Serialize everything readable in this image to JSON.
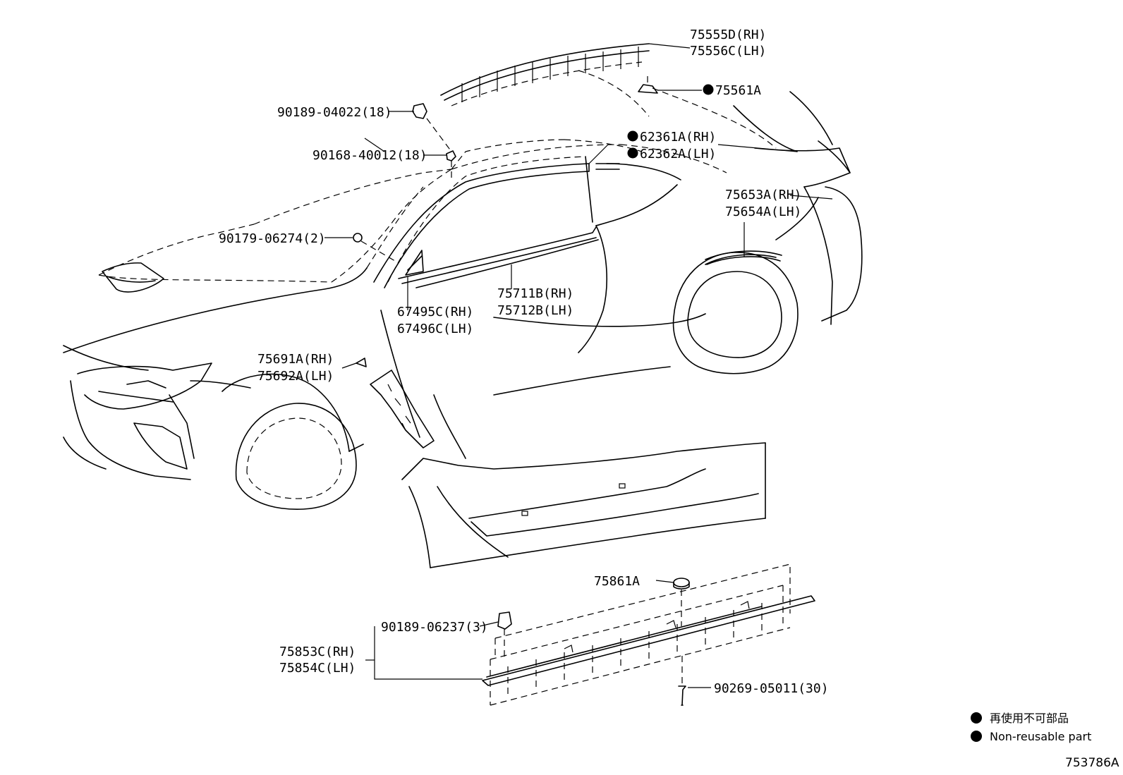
{
  "labels": {
    "l75555d": "75555D(RH)",
    "l75556c": "75556C(LH)",
    "l75561a": "75561A",
    "l9018904022": "90189-04022(18)",
    "l9016840012": "90168-40012(18)",
    "l62361a": "62361A(RH)",
    "l62362a": "62362A(LH)",
    "l75653a": "75653A(RH)",
    "l75654a": "75654A(LH)",
    "l9017906274": "90179-06274(2)",
    "l67495c": "67495C(RH)",
    "l67496c": "67496C(LH)",
    "l75711b": "75711B(RH)",
    "l75712b": "75712B(LH)",
    "l75691a": "75691A(RH)",
    "l75692a": "75692A(LH)",
    "l75861a": "75861A",
    "l9018906237": "90189-06237(3)",
    "l75853c": "75853C(RH)",
    "l75854c": "75854C(LH)",
    "l9026905011": "90269-05011(30)"
  },
  "legend": {
    "jp": "再使用不可部品",
    "en": "Non-reusable part"
  },
  "figure_id": "753786A"
}
